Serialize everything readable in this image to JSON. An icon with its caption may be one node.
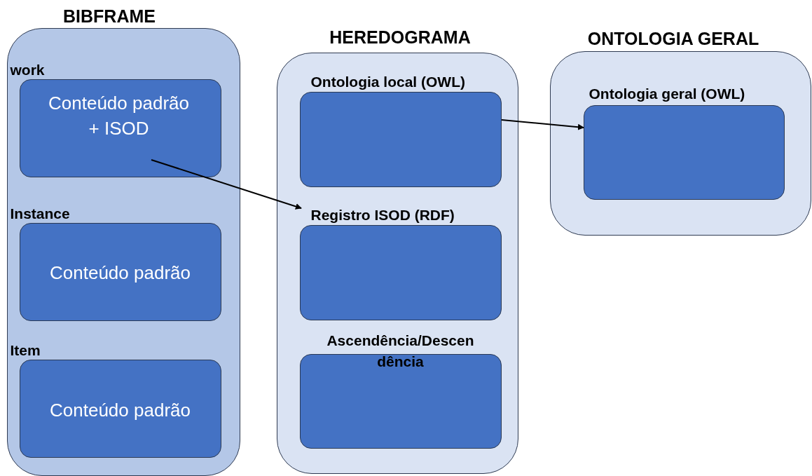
{
  "diagram": {
    "nodes": [
      {
        "text": [
          "BIBFRAME"
        ]
      },
      {
        "text": [
          "work",
          "Conteúdo padrão + ISOD"
        ],
        "in": 0
      },
      {
        "text": [
          "Instance",
          "Conteúdo padrão"
        ],
        "in": 0
      },
      {
        "text": [
          "Item",
          "Conteúdo padrão"
        ],
        "in": 0
      },
      {
        "text": [
          "HEREDOGRAMA"
        ]
      },
      {
        "text": [
          "Ontologia local (OWL)"
        ],
        "in": 4
      },
      {
        "text": [
          "Registro ISOD (RDF)"
        ],
        "in": 4
      },
      {
        "text": [
          "Ascendência/Descen dência"
        ],
        "in": 4
      },
      {
        "text": [
          "ONTOLOGIA GERAL"
        ]
      },
      {
        "text": [
          "Ontologia geral (OWL)"
        ],
        "in": 8
      }
    ],
    "edges": [
      {
        "from": 1,
        "to": 6,
        "arrow": "to"
      },
      {
        "from": 5,
        "to": 9,
        "arrow": "to"
      }
    ]
  }
}
